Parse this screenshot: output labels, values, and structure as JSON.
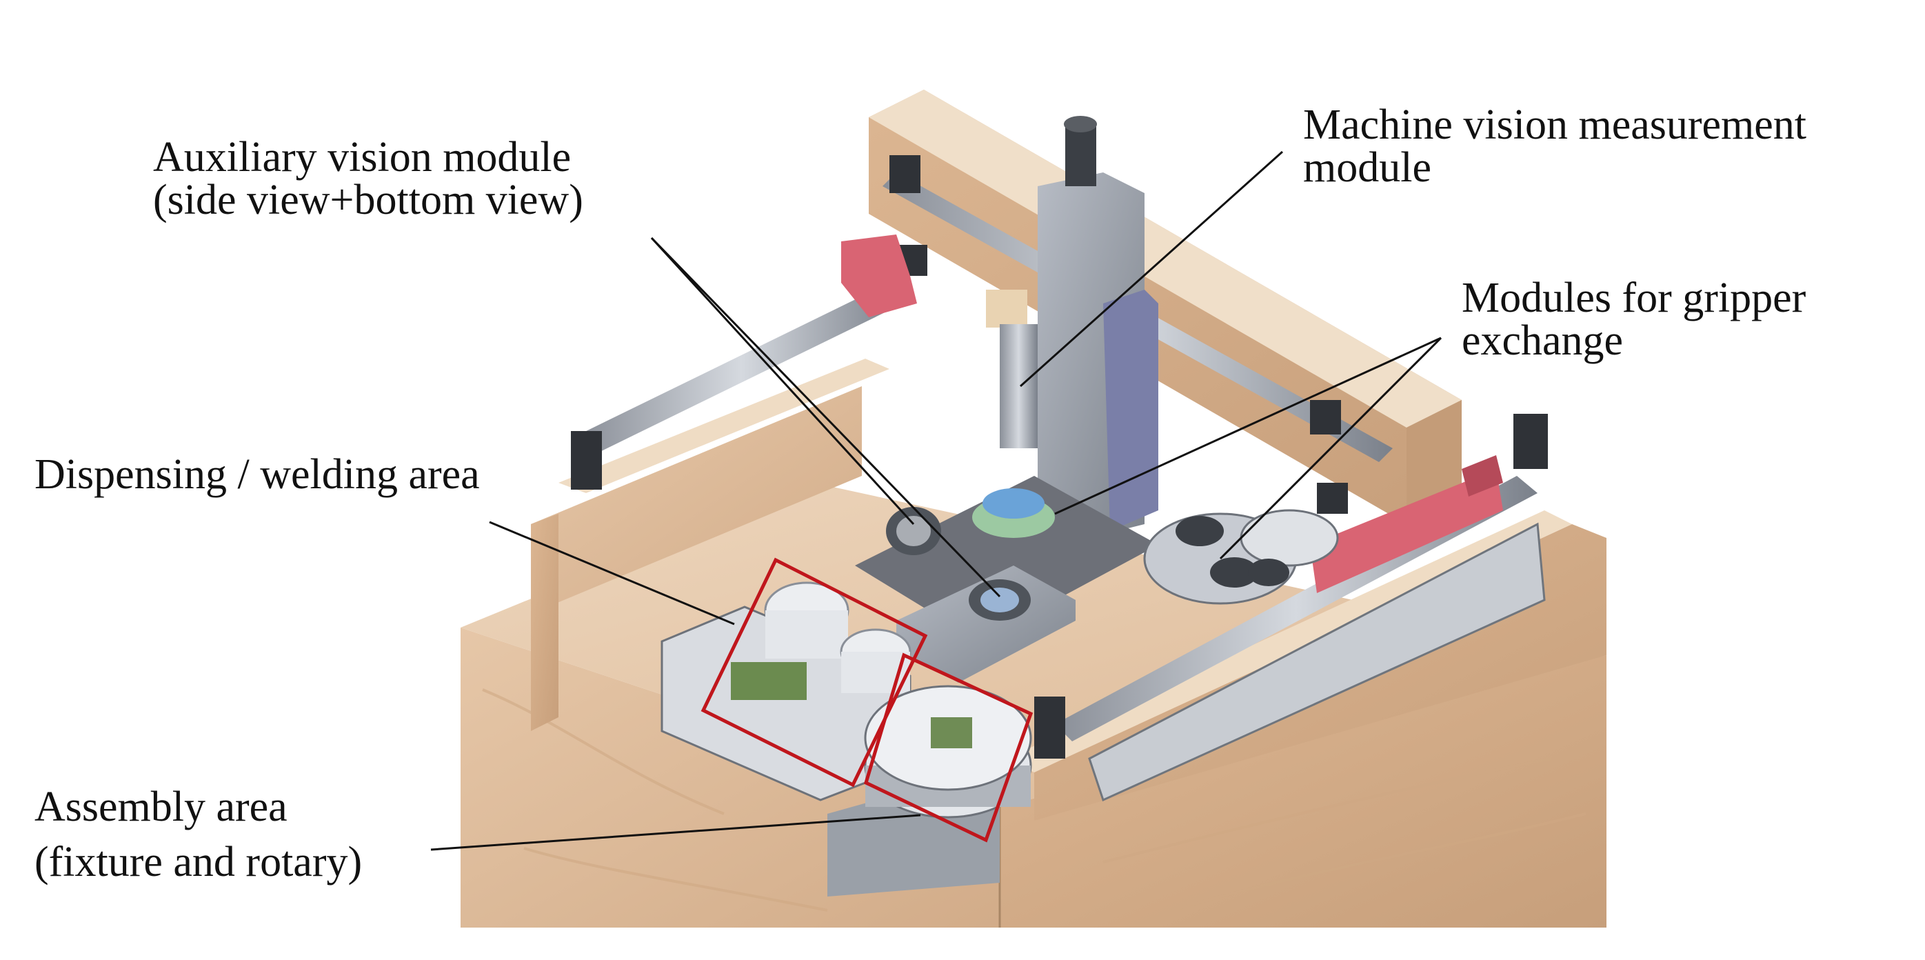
{
  "labels": {
    "auxiliary_vision": [
      "Auxiliary vision module",
      "(side view+bottom view)"
    ],
    "machine_vision": [
      "Machine vision measurement",
      "module"
    ],
    "gripper_exchange": [
      "Modules for gripper",
      "exchange"
    ],
    "dispensing": [
      "Dispensing / welding area"
    ],
    "assembly": [
      "Assembly area",
      "(fixture and rotary)"
    ]
  },
  "colors": {
    "marble": "#e3c4a6",
    "marble_dark": "#c9a483",
    "rail": "#9aa2ad",
    "carriage": "#d96473",
    "highlight_box": "#c0161c",
    "leader_line": "#111111"
  }
}
